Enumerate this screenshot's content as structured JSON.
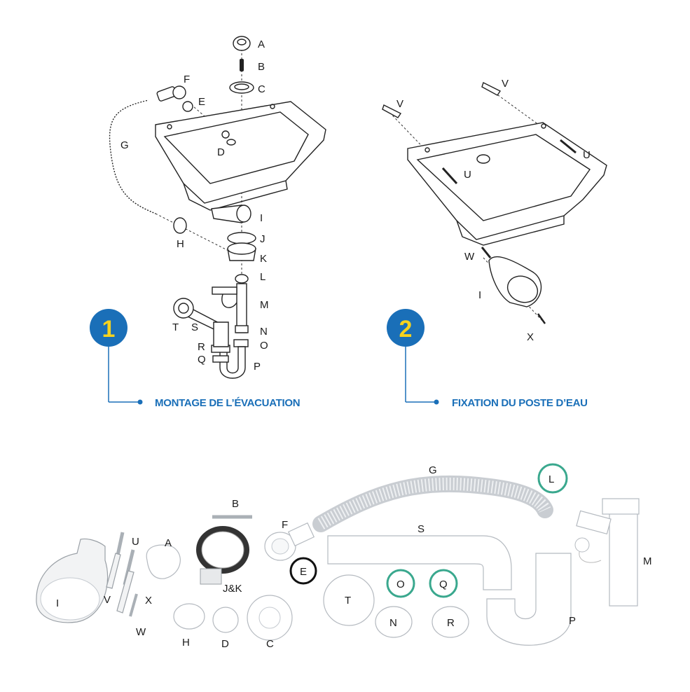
{
  "section1": {
    "number": "1",
    "title": "MONTAGE DE L’ÉVACUATION",
    "labels": {
      "A": "A",
      "B": "B",
      "C": "C",
      "D": "D",
      "E": "E",
      "F": "F",
      "G": "G",
      "H": "H",
      "I": "I",
      "J": "J",
      "K": "K",
      "L": "L",
      "M": "M",
      "N": "N",
      "O": "O",
      "P": "P",
      "Q": "Q",
      "R": "R",
      "S": "S",
      "T": "T"
    }
  },
  "section2": {
    "number": "2",
    "title": "FIXATION DU POSTE D’EAU",
    "labels": {
      "V1": "V",
      "V2": "V",
      "U1": "U",
      "U2": "U",
      "W": "W",
      "I": "I",
      "X": "X"
    }
  },
  "parts": {
    "I": "I",
    "U": "U",
    "V": "V",
    "X": "X",
    "W": "W",
    "A": "A",
    "B": "B",
    "JK": "J&K",
    "F": "F",
    "E": "E",
    "H": "H",
    "D": "D",
    "C": "C",
    "G": "G",
    "S": "S",
    "T": "T",
    "O": "O",
    "Q": "Q",
    "N": "N",
    "R": "R",
    "L": "L",
    "M": "M",
    "P": "P"
  },
  "colors": {
    "accent_blue": "#1a6fb8",
    "badge_yellow": "#f6d21e",
    "ring_teal": "#3aa88e",
    "ring_black": "#111111"
  }
}
